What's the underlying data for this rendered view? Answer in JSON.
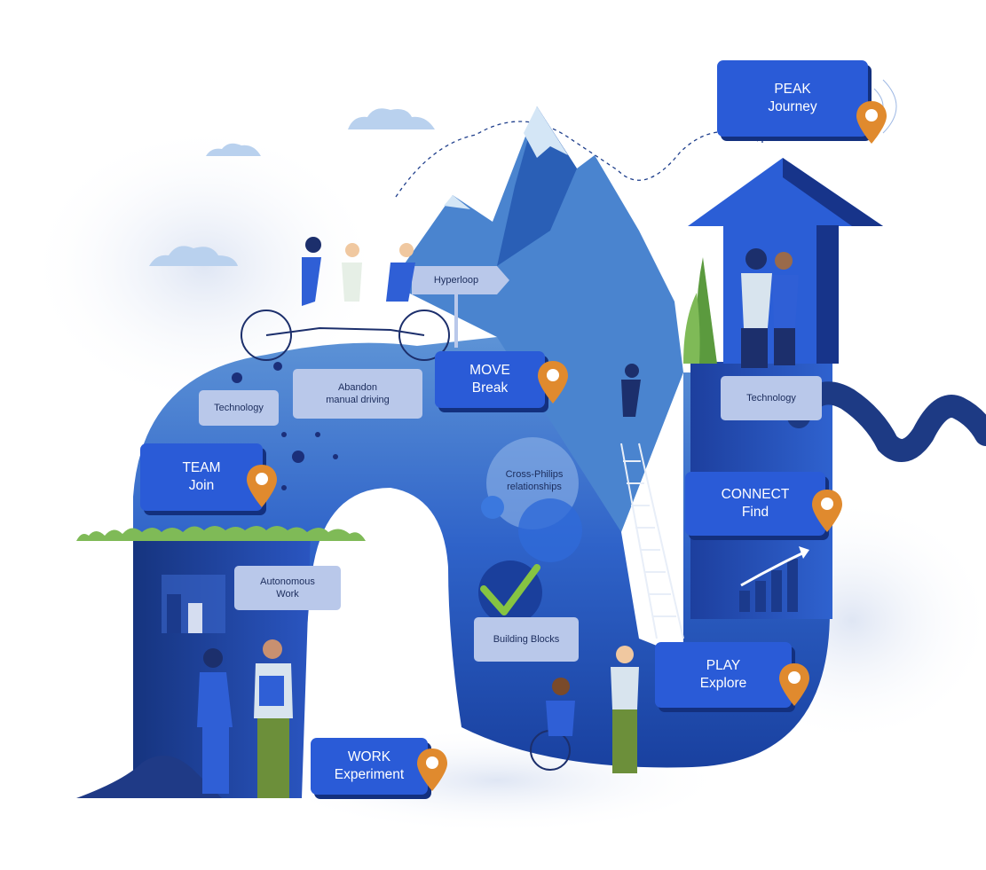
{
  "stages": {
    "peak": {
      "line1": "PEAK",
      "line2": "Journey"
    },
    "move": {
      "line1": "MOVE",
      "line2": "Break"
    },
    "team": {
      "line1": "TEAM",
      "line2": "Join"
    },
    "connect": {
      "line1": "CONNECT",
      "line2": "Find"
    },
    "play": {
      "line1": "PLAY",
      "line2": "Explore"
    },
    "work": {
      "line1": "WORK",
      "line2": "Experiment"
    }
  },
  "labels": {
    "hyperloop": "Hyperloop",
    "abandon_line1": "Abandon",
    "abandon_line2": "manual driving",
    "technology_left": "Technology",
    "technology_right": "Technology",
    "autonomous_line1": "Autonomous",
    "autonomous_line2": "Work",
    "cross_line1": "Cross-Philips",
    "cross_line2": "relationships",
    "building_blocks": "Building Blocks"
  },
  "colors": {
    "card_blue": "#2a5bd7",
    "card_shadow": "#13307e",
    "mountain_dark": "#1f45b8",
    "mountain_light": "#4f86cf",
    "tag_bg": "#b9c8ea",
    "pin_orange": "#e08a2e",
    "grass_green": "#6aa84f"
  }
}
